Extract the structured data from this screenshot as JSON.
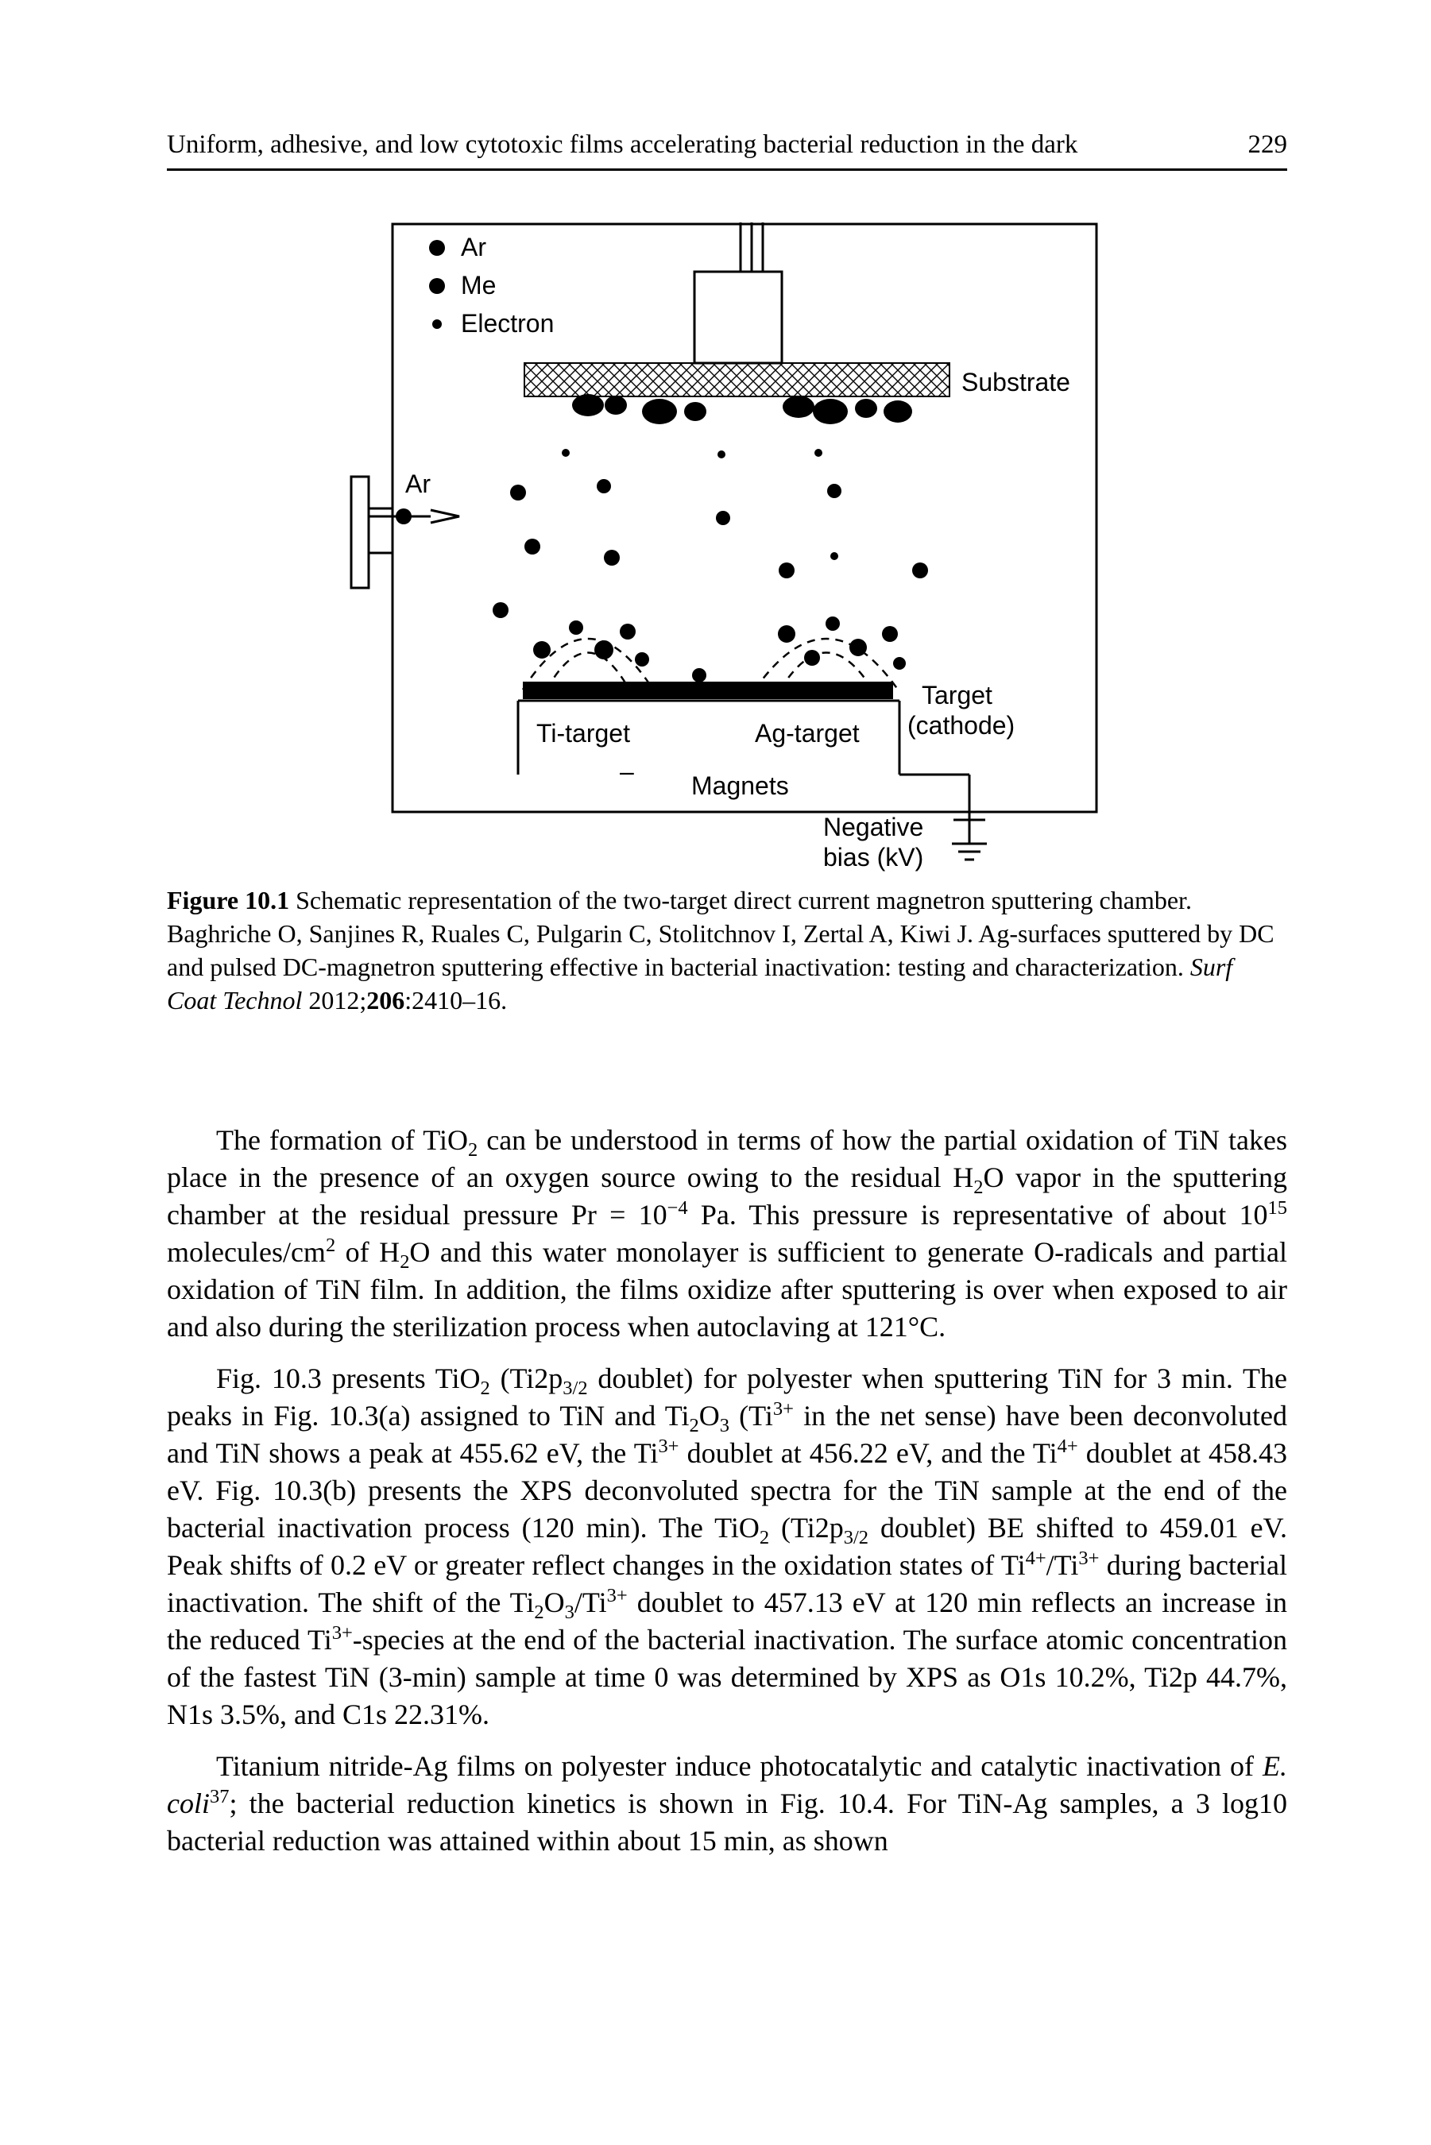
{
  "header": {
    "running_title": "Uniform, adhesive, and low cytotoxic films accelerating bacterial reduction in the dark",
    "page_number": "229"
  },
  "figure": {
    "legend": [
      "Ar",
      "Me",
      "Electron"
    ],
    "labels": {
      "ar_inlet": "Ar",
      "substrate": "Substrate",
      "target_line1": "Target",
      "target_line2": "(cathode)",
      "ti_target": "Ti-target",
      "ag_target": "Ag-target",
      "minus": "–",
      "magnets": "Magnets",
      "bias_line1": "Negative",
      "bias_line2": "bias (kV)"
    }
  },
  "caption": {
    "label": "Figure 10.1",
    "text": "Schematic representation of the two-target direct current magnetron sputtering chamber.",
    "credit_authors": "Baghriche O, Sanjines R, Ruales C, Pulgarin C, Stolitchnov I, Zertal A, Kiwi J. Ag-surfaces sputtered by DC and pulsed DC-magnetron sputtering effective in bacterial inactivation: testing and characterization.",
    "credit_journal": "Surf Coat Technol",
    "credit_year": "2012;",
    "credit_volume": "206",
    "credit_pages": ":2410–16."
  },
  "body": {
    "p1": {
      "a": "The formation of TiO",
      "a_sub": "2",
      "b": " can be understood in terms of how the partial oxidation of TiN takes place in the presence of an oxygen source owing to the residual H",
      "b_sub": "2",
      "c": "O vapor in the sputtering chamber at the residual pressure Pr = 10",
      "c_sup": "−4",
      "d": " Pa. This pressure is representative of about 10",
      "d_sup": "15",
      "e": " molecules/cm",
      "e_sup": "2",
      "f": " of H",
      "f_sub": "2",
      "g": "O and this water monolayer is sufficient to generate O-radicals and partial oxidation of TiN film. In addition, the films oxidize after sputtering is over when exposed to air and also during the sterilization process when autoclaving at 121°C."
    },
    "p2": {
      "a": "Fig. 10.3 presents TiO",
      "a_sub": "2",
      "b": " (Ti2p",
      "b_sub": "3/2",
      "c": " doublet) for polyester when sputtering TiN for 3 min. The peaks in Fig. 10.3(a) assigned to TiN and Ti",
      "c_sub": "2",
      "d": "O",
      "d_sub": "3",
      "e": " (Ti",
      "e_sup": "3+",
      "f": " in the net sense) have been deconvoluted and TiN shows a peak at 455.62 eV, the Ti",
      "f_sup": "3+",
      "g": " doublet at 456.22 eV, and the Ti",
      "g_sup": "4+",
      "h": " doublet at 458.43 eV. Fig. 10.3(b) presents the XPS deconvoluted spectra for the TiN sample at the end of the bacterial inactivation process (120 min). The TiO",
      "h_sub": "2",
      "i": " (Ti2p",
      "i_sub": "3/2",
      "j": " doublet) BE shifted to 459.01 eV. Peak shifts of 0.2 eV or greater reflect changes in the oxidation states of Ti",
      "j_sup": "4+",
      "k": "/Ti",
      "k_sup": "3+",
      "l": " during bacterial inactivation. The shift of the Ti",
      "l_sub": "2",
      "m": "O",
      "m_sub": "3",
      "n": "/Ti",
      "n_sup": "3+",
      "o": " doublet to 457.13 eV at 120 min reflects an increase in the reduced Ti",
      "o_sup": "3+",
      "p": "-species at the end of the bacterial inactivation. The surface atomic concentration of the fastest TiN (3-min) sample at time 0 was determined by XPS as O1s 10.2%, Ti2p 44.7%, N1s 3.5%, and C1s 22.31%."
    },
    "p3": {
      "a": "Titanium nitride-Ag films on polyester induce photocatalytic and catalytic inactivation of ",
      "a_ital": "E. coli",
      "a_sup": "37",
      "b": "; the bacterial reduction kinetics is shown in Fig. 10.4. For TiN-Ag samples, a 3 log10 bacterial reduction was attained within about 15 min, as shown"
    }
  }
}
